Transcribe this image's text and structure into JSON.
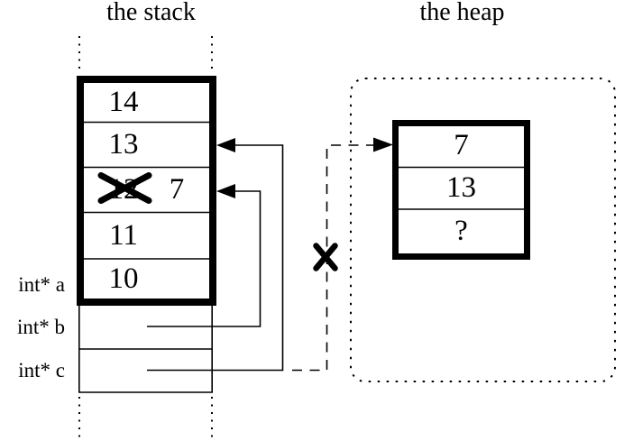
{
  "colors": {
    "ink": "#000000",
    "background": "#ffffff"
  },
  "titles": {
    "stack": "the stack",
    "heap": "the heap"
  },
  "stack": {
    "frame_cells": [
      {
        "value": "14"
      },
      {
        "value": "13"
      },
      {
        "old_value": "12",
        "new_value": "7",
        "crossed_out": true
      },
      {
        "value": "11"
      },
      {
        "value": "10"
      }
    ],
    "pointer_rows": [
      {
        "label": "int* a"
      },
      {
        "label": "int* b"
      },
      {
        "label": "int* c"
      }
    ]
  },
  "heap": {
    "cells": [
      {
        "value": "7"
      },
      {
        "value": "13"
      },
      {
        "value": "?"
      }
    ]
  },
  "icons": {
    "cross_out": "x-cross-icon",
    "pointer_arrowhead": "triangle-arrowhead-icon",
    "stack_extent": "dotted-guide-line",
    "heap_region": "dotted-rounded-outline"
  }
}
